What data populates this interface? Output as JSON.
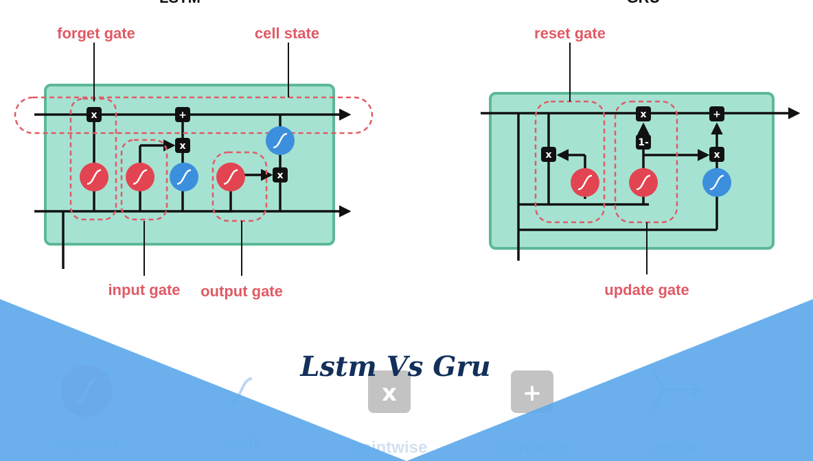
{
  "title": "Lstm Vs Gru",
  "lstm": {
    "header": "LSTM",
    "labels": {
      "forget_gate": "forget gate",
      "cell_state": "cell state",
      "input_gate": "input gate",
      "output_gate": "output gate"
    }
  },
  "gru": {
    "header": "GRU",
    "labels": {
      "reset_gate": "reset gate",
      "update_gate": "update gate"
    }
  },
  "symbols": {
    "multiply": "x",
    "add": "+",
    "one_minus": "1-"
  },
  "legend": {
    "items": [
      {
        "label": "sigmoid",
        "icon": "sigmoid-icon"
      },
      {
        "label": "tanh",
        "icon": "tanh-icon"
      },
      {
        "label": "pointwise",
        "icon": "pointwise-multiply-icon"
      },
      {
        "label": "pointwise",
        "icon": "pointwise-add-icon"
      },
      {
        "label": "vector",
        "icon": "vector-transfer-icon"
      }
    ]
  },
  "colors": {
    "cell_fill": "#a6e2d2",
    "cell_border": "#5cb898",
    "sigmoid": "#e34451",
    "tanh": "#3b8fdc",
    "label": "#e05a65",
    "bottom_band": "#5ea9ec",
    "title": "#12305a"
  }
}
